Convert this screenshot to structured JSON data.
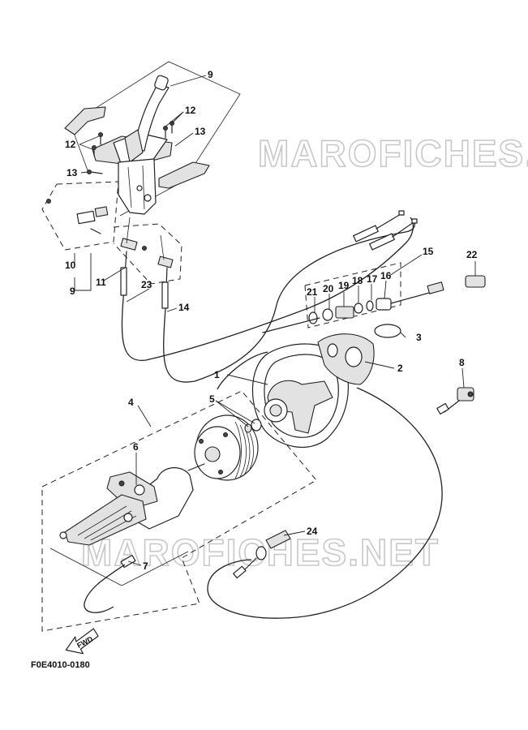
{
  "watermark": "MAROFICHES.NET",
  "figure_code": "F0E4010-0180",
  "fwd_label": "FWD",
  "callouts": {
    "c1": "1",
    "c2": "2",
    "c3": "3",
    "c4": "4",
    "c5": "5",
    "c6": "6",
    "c7": "7",
    "c8": "8",
    "c9a": "9",
    "c9b": "9",
    "c10": "10",
    "c11": "11",
    "c12a": "12",
    "c12b": "12",
    "c13a": "13",
    "c13b": "13",
    "c14": "14",
    "c15": "15",
    "c16": "16",
    "c17": "17",
    "c18": "18",
    "c19": "19",
    "c20": "20",
    "c21": "21",
    "c22": "22",
    "c23": "23",
    "c24": "24"
  }
}
